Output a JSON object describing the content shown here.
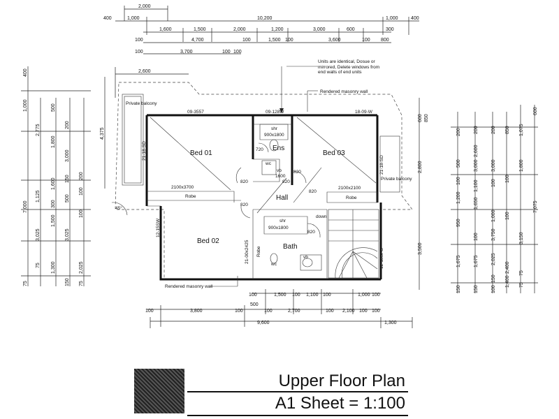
{
  "title": {
    "line1": "Upper Floor Plan",
    "line2": "A1 Sheet = 1:100"
  },
  "rooms": {
    "bed1": "Bed 01",
    "bed2": "Bed 02",
    "bed3": "Bed 03",
    "ens": "Ens",
    "hall": "Hall",
    "bath": "Bath",
    "robe1": "Robe",
    "robe2": "Robe",
    "robe3": "Robe",
    "balcony_left": "Private balcony",
    "balcony_right": "Private balcony",
    "down": "down",
    "shr1": "shr",
    "shr1_size": "900x1800",
    "shr2": "shr",
    "shr2_size": "900x1800",
    "vb": "vb",
    "wc": "wc",
    "vb_size": "1600",
    "vb2": "vb",
    "wc2": "wc"
  },
  "notes": {
    "units": "Units are identical, Dosue or mirrored, Delete windows from end walls of end units",
    "rendered_top": "Rendered masonry wall",
    "rendered_bottom": "Rendered masonry wall",
    "angle": "45°"
  },
  "windows": {
    "w1": "09-3557",
    "w2": "09-128W",
    "w3": "18-09-W",
    "w4": "2100x3700",
    "w5": "2100x2100",
    "w6": "21-18-SD",
    "w7": "21-18-SD",
    "w8": "12-15SW",
    "w9": "21-00x2425",
    "w10": "12-18SFG",
    "d1": "820",
    "d2": "820",
    "d3": "820",
    "d4": "820",
    "d5": "820",
    "d6": "820",
    "d7": "720"
  },
  "dims_top": {
    "r1": [
      "2,000"
    ],
    "r2": [
      "400",
      "1,000",
      "10,200",
      "1,000",
      "400"
    ],
    "r3": [
      "1,600",
      "1,500",
      "2,000",
      "1,200",
      "3,000",
      "600",
      "300"
    ],
    "r4": [
      "100",
      "4,700",
      "100",
      "1,500",
      "100",
      "3,600",
      "100",
      "800"
    ],
    "r5": [
      "100",
      "3,700",
      "100",
      "100"
    ],
    "r6": [
      "2,600"
    ]
  },
  "dims_left": [
    "400",
    "1,000",
    "2,775",
    "500",
    "1,800",
    "3,000",
    "200",
    "7,000",
    "1,125",
    "1,600",
    "500",
    "3,025",
    "1,500",
    "3,025",
    "2,025",
    "75",
    "1,300",
    "150",
    "75",
    "300",
    "100",
    "100",
    "200",
    "4,375",
    "75",
    "150"
  ],
  "dims_right": [
    "600",
    "850",
    "1,075",
    "850",
    "2,600",
    "200",
    "2,800",
    "3,000",
    "3,000",
    "1,800",
    "7,075",
    "100",
    "1,200",
    "1,650",
    "100",
    "3,500",
    "3,750",
    "2,400",
    "3,150",
    "950",
    "1,675",
    "1,675",
    "2,025",
    "75",
    "150",
    "150",
    "1,100",
    "500",
    "1,000",
    "1,400",
    "75",
    "100",
    "150",
    "200",
    "200",
    "100",
    "100",
    "100",
    "600"
  ],
  "dims_bottom": {
    "r1": [
      "100",
      "1,500",
      "100",
      "1,100",
      "100",
      "1,000",
      "100"
    ],
    "r2": [
      "500"
    ],
    "r3": [
      "100",
      "3,800",
      "100",
      "100",
      "2,700",
      "100",
      "2,100",
      "100",
      "100"
    ],
    "r4": [
      "9,600",
      "1,300"
    ]
  }
}
